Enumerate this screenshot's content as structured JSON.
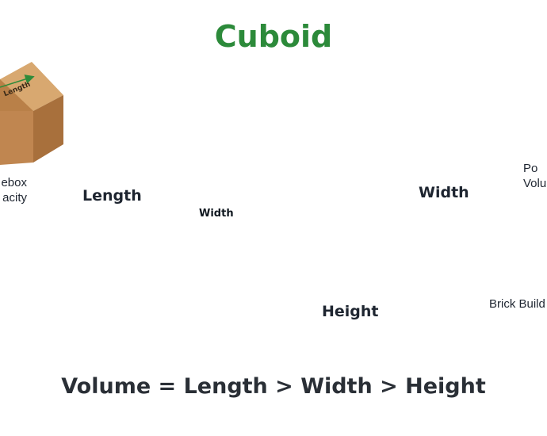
{
  "title": "Cuboid",
  "labels": {
    "length": "Length",
    "width": "Width",
    "height": "Height",
    "inner_width": "Width"
  },
  "formula": "Volume = Length > Width > Height",
  "side_items": {
    "lunchbox_line1": "ebox",
    "lunchbox_line2": "acity",
    "lunchbox_tag": "Length",
    "pool_line1": "Po",
    "pool_line2": "Volu",
    "brick": "Brick Build"
  },
  "colors": {
    "title": "#2c8a3a",
    "arrow": "#2e8b3a",
    "cube": "#1f6fd0",
    "cube_dark": "#0d4fa8",
    "outline": "#2d4f7a",
    "cardboard": "#c8965c",
    "brick": "#d4683a",
    "pool_water": "#4aa8e0"
  }
}
